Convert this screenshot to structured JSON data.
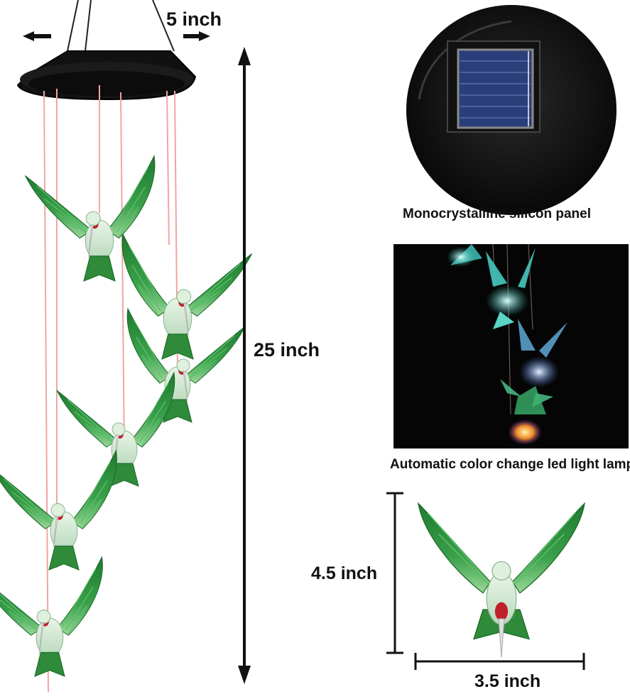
{
  "dimensions": {
    "width_label": "5 inch",
    "height_label": "25 inch",
    "bird_height_label": "4.5 inch",
    "bird_width_label": "3.5 inch"
  },
  "captions": {
    "solar_panel": "Monocrystalline silicon panel",
    "led_lamp": "Automatic color change led light lamp"
  },
  "colors": {
    "bird_green": "#2f8a3a",
    "bird_light_green": "#7ecf7a",
    "string_pink": "#f2a4a4",
    "beak_red": "#c0202a",
    "panel_blue": "#2a3f7a",
    "base_black": "#111111"
  }
}
